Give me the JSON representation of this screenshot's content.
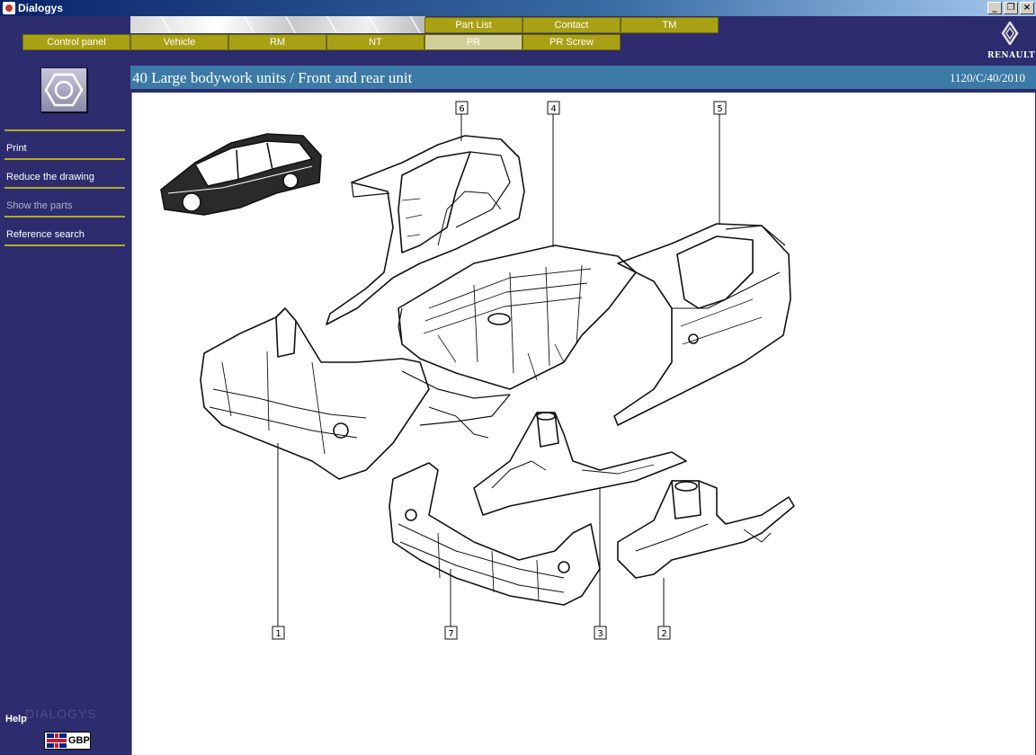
{
  "window": {
    "title": "Dialogys",
    "minimize": "_",
    "restore": "❐",
    "close": "×"
  },
  "nav": {
    "top_tabs": [
      "Part List",
      "Contact",
      "TM"
    ],
    "bottom_tabs": [
      "Control panel",
      "Vehicle",
      "RM",
      "NT",
      "PR",
      "PR Screw"
    ],
    "active_tab": "PR"
  },
  "brand": {
    "logo": "RENAULT"
  },
  "sidebar": {
    "section_icon": "hex-nut-icon",
    "menu": [
      {
        "label": "Print",
        "enabled": true
      },
      {
        "label": "Reduce the drawing",
        "enabled": true
      },
      {
        "label": "Show the parts",
        "enabled": false
      },
      {
        "label": "Reference search",
        "enabled": true
      }
    ],
    "help": "Help",
    "watermark": "DIALOGYS",
    "currency": "GBP"
  },
  "main": {
    "title": "40 Large bodywork units / Front and rear unit",
    "reference": "1120/C/40/2010"
  },
  "diagram": {
    "callouts": [
      "6",
      "4",
      "5",
      "1",
      "7",
      "3",
      "2"
    ]
  },
  "colors": {
    "background": "#2c2c6e",
    "tab": "#a9a114",
    "tab_active": "#d2cf9a",
    "title_strip": "#3b7aa6",
    "rule": "#b2aa2a"
  }
}
